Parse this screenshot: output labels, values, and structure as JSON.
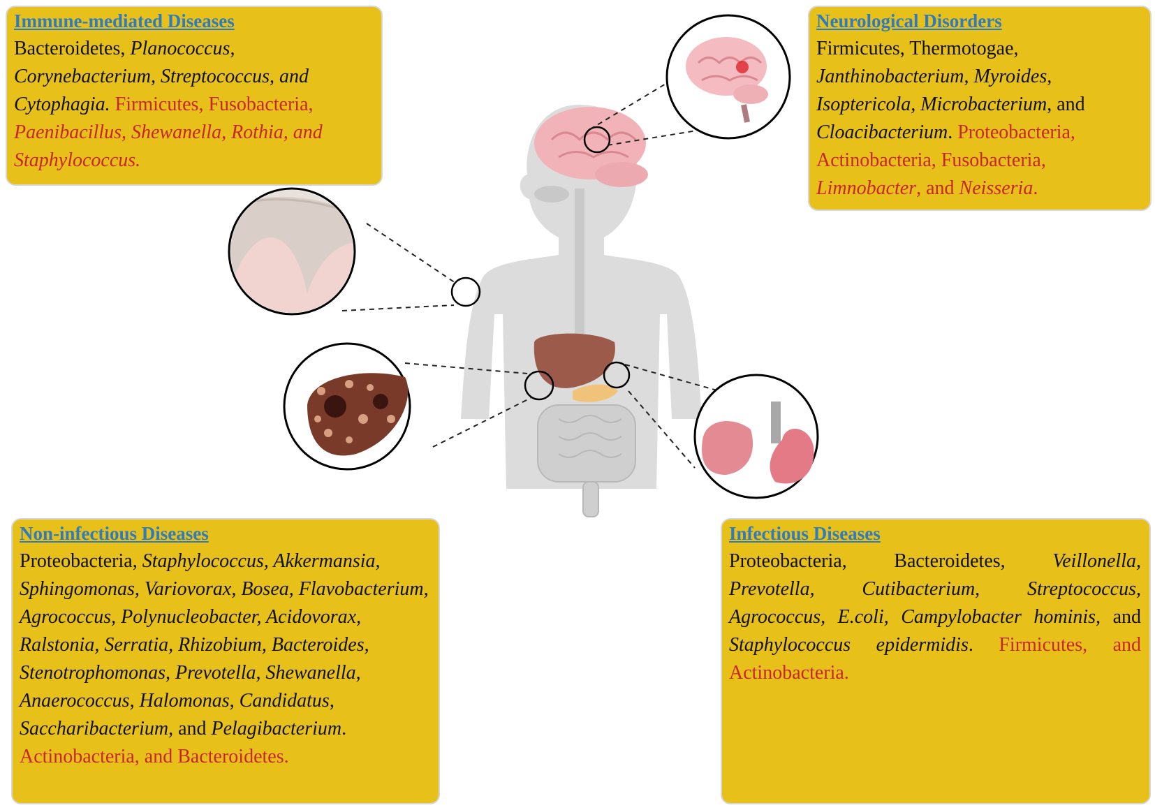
{
  "colors": {
    "box_fill": "#e8c01a",
    "heading": "#2e7cbf",
    "enriched_text": "#111111",
    "depleted_text": "#c8262a",
    "body_silhouette": "#dcdcdc"
  },
  "boxes": {
    "immune": {
      "title": "Immune-mediated Diseases",
      "black": [
        {
          "t": "Bacteroidetes, ",
          "i": false
        },
        {
          "t": "Planococcus, Corynebacterium, Streptococcus, and Cytophagia.",
          "i": true
        }
      ],
      "red": [
        {
          "t": " Firmicutes, Fusobacteria, ",
          "i": false
        },
        {
          "t": "Paenibacillus, Shewanella, Rothia, and Staphylococcus.",
          "i": true
        }
      ]
    },
    "neuro": {
      "title": "Neurological Disorders",
      "black": [
        {
          "t": "Firmicutes, Thermotogae, ",
          "i": false
        },
        {
          "t": "Janthinobacterium, Myroides, Isoptericola, Microbacterium",
          "i": true
        },
        {
          "t": ", and ",
          "i": false
        },
        {
          "t": "Cloacibacterium",
          "i": true
        },
        {
          "t": ". ",
          "i": false
        }
      ],
      "red": [
        {
          "t": "Proteobacteria, Actinobacteria, Fusobacteria, ",
          "i": false
        },
        {
          "t": "Limnobacter",
          "i": true
        },
        {
          "t": ", and ",
          "i": false
        },
        {
          "t": "Neisseria",
          "i": true
        },
        {
          "t": ".",
          "i": false
        }
      ]
    },
    "noninfectious": {
      "title": "Non-infectious Diseases",
      "black": [
        {
          "t": "Proteobacteria, ",
          "i": false
        },
        {
          "t": "Staphylococcus, Akkermansia, Sphingomonas, Variovorax, Bosea, Flavobacterium, Agrococcus, Polynucleobacter, Acidovorax, Ralstonia, Serratia, Rhizobium, Bacteroides, Stenotrophomonas, Prevotella, Shewanella, Anaerococcus, Halomonas, Candidatus, Saccharibacterium,",
          "i": true
        },
        {
          "t": " and ",
          "i": false
        },
        {
          "t": "Pelagibacterium",
          "i": true
        },
        {
          "t": ". ",
          "i": false
        }
      ],
      "red": [
        {
          "t": "Actinobacteria, and Bacteroidetes.",
          "i": false
        }
      ]
    },
    "infectious": {
      "title": "Infectious Diseases",
      "black": [
        {
          "t": "Proteobacteria, Bacteroidetes, ",
          "i": false
        },
        {
          "t": "Veillonella, Prevotella, Cutibacterium, Streptococcus, Agrococcus, E.coli, Campylobacter hominis,",
          "i": true
        },
        {
          "t": " and ",
          "i": false
        },
        {
          "t": "Staphylococcus epidermidis",
          "i": true
        },
        {
          "t": ". ",
          "i": false
        }
      ],
      "red": [
        {
          "t": "Firmicutes, and Actinobacteria.",
          "i": false
        }
      ]
    }
  },
  "callouts": [
    "brain-callout",
    "skin-callout",
    "liver-callout",
    "lungs-callout"
  ]
}
